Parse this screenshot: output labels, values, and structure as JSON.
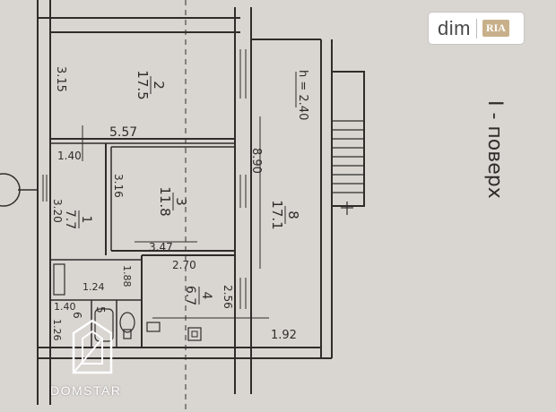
{
  "floor_label": "I - поверх",
  "rooms": [
    {
      "id": "2",
      "area": "17.5"
    },
    {
      "id": "3",
      "area": "11.8"
    },
    {
      "id": "8",
      "area": "17.1"
    },
    {
      "id": "1",
      "area": "7.7"
    },
    {
      "id": "4",
      "area": "6.7"
    },
    {
      "id": "5",
      "area": ""
    },
    {
      "id": "6",
      "area": ""
    }
  ],
  "dimensions": {
    "d_315": "3.15",
    "d_557": "5.57",
    "d_140a": "1.40",
    "d_316": "3.16",
    "d_890": "8.90",
    "d_240": "2.40",
    "d_320": "3.20",
    "d_347": "3.47",
    "d_270": "2.70",
    "d_124": "1.24",
    "d_188": "1.88",
    "d_256": "2.56",
    "d_140b": "1.40",
    "d_126": "1.26",
    "d_192": "1.92"
  },
  "height_note": "h = 2.40",
  "watermarks": {
    "dimria_word": "dim",
    "dimria_badge": "RIA",
    "domstar": "DOMSTAR"
  }
}
